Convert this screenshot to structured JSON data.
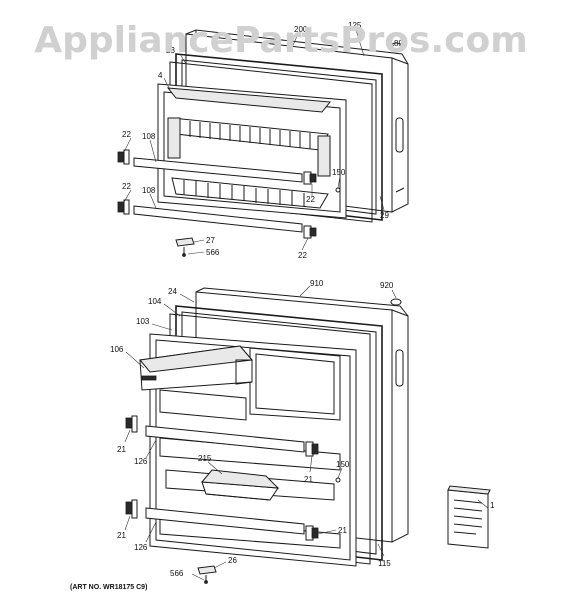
{
  "watermark": "AppliancePartsPros.com",
  "art_number": "(ART NO. WR18175 C9)",
  "callouts": {
    "c200": "200",
    "c125": "125",
    "c23": "23",
    "c4": "4",
    "c89": "89",
    "c22a": "22",
    "c108a": "108",
    "c150a": "150",
    "c22b": "22",
    "c22c": "22",
    "c108b": "108",
    "c29": "29",
    "c22d": "22",
    "c27": "27",
    "c566a": "566",
    "c910": "910",
    "c920": "920",
    "c24": "24",
    "c104": "104",
    "c103": "103",
    "c106": "106",
    "c21a": "21",
    "c126a": "126",
    "c215": "215",
    "c150b": "150",
    "c21b": "21",
    "c1": "1",
    "c21c": "21",
    "c126b": "126",
    "c21d": "21",
    "c115": "115",
    "c26": "26",
    "c566b": "566"
  }
}
